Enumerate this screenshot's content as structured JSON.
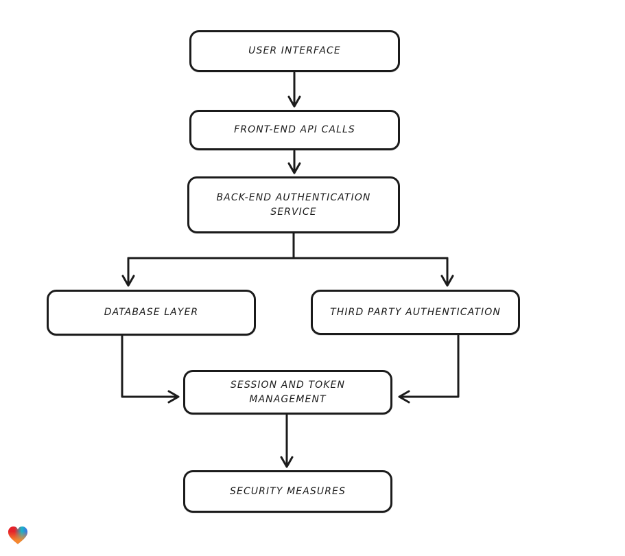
{
  "diagram": {
    "type": "flowchart",
    "nodes": [
      {
        "id": "user-interface",
        "label": "USER INTERFACE"
      },
      {
        "id": "front-end-api-calls",
        "label": "FRONT-END API CALLS"
      },
      {
        "id": "back-end-authentication-service",
        "label": "BACK-END AUTHENTICATION\nSERVICE"
      },
      {
        "id": "database-layer",
        "label": "DATABASE LAYER"
      },
      {
        "id": "third-party-authentication",
        "label": "THIRD PARTY AUTHENTICATION"
      },
      {
        "id": "session-and-token-management",
        "label": "SESSION AND TOKEN\nMANAGEMENT"
      },
      {
        "id": "security-measures",
        "label": "SECURITY MEASURES"
      }
    ],
    "edges": [
      {
        "from": "user-interface",
        "to": "front-end-api-calls"
      },
      {
        "from": "front-end-api-calls",
        "to": "back-end-authentication-service"
      },
      {
        "from": "back-end-authentication-service",
        "to": "database-layer"
      },
      {
        "from": "back-end-authentication-service",
        "to": "third-party-authentication"
      },
      {
        "from": "database-layer",
        "to": "session-and-token-management"
      },
      {
        "from": "third-party-authentication",
        "to": "session-and-token-management"
      },
      {
        "from": "session-and-token-management",
        "to": "security-measures"
      }
    ],
    "colors": {
      "stroke": "#1b1b1b",
      "node_fill": "#ffffff",
      "background": "#ffffff"
    },
    "logo": {
      "icon": "heart-icon",
      "colors": [
        "#e62129",
        "#18b7c9",
        "#4b5be8",
        "#f5872e"
      ]
    }
  }
}
